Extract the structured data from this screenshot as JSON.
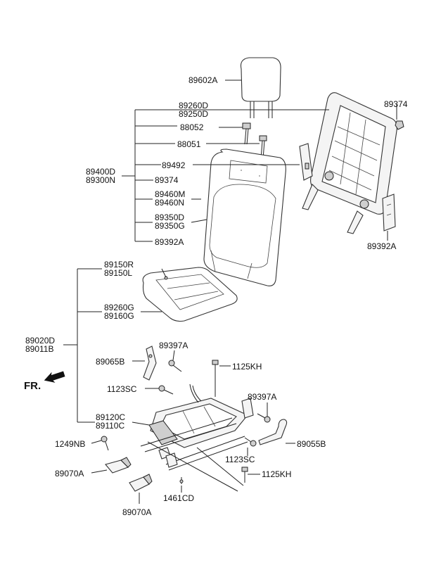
{
  "labels": {
    "p89602A": "89602A",
    "p89260D": "89260D",
    "p89250D": "89250D",
    "p89374_top": "89374",
    "p88052": "88052",
    "p88051": "88051",
    "p89492": "89492",
    "p89400D": "89400D",
    "p89300N": "89300N",
    "p89374_mid": "89374",
    "p89460M": "89460M",
    "p89460N": "89460N",
    "p89350D": "89350D",
    "p89350G": "89350G",
    "p89392A_left": "89392A",
    "p89392A_right": "89392A",
    "p89150R": "89150R",
    "p89150L": "89150L",
    "p89260G": "89260G",
    "p89160G": "89160G",
    "p89020D": "89020D",
    "p89011B": "89011B",
    "p89397A_top": "89397A",
    "p89065B": "89065B",
    "p1125KH_top": "1125KH",
    "p1123SC_left": "1123SC",
    "p89397A_right": "89397A",
    "p89120C": "89120C",
    "p89110C": "89110C",
    "p1249NB": "1249NB",
    "p89055B": "89055B",
    "p1123SC_right": "1123SC",
    "p89070A_top": "89070A",
    "p1125KH_bottom": "1125KH",
    "p1461CD": "1461CD",
    "p89070A_bottom": "89070A",
    "front_marker": "FR."
  }
}
